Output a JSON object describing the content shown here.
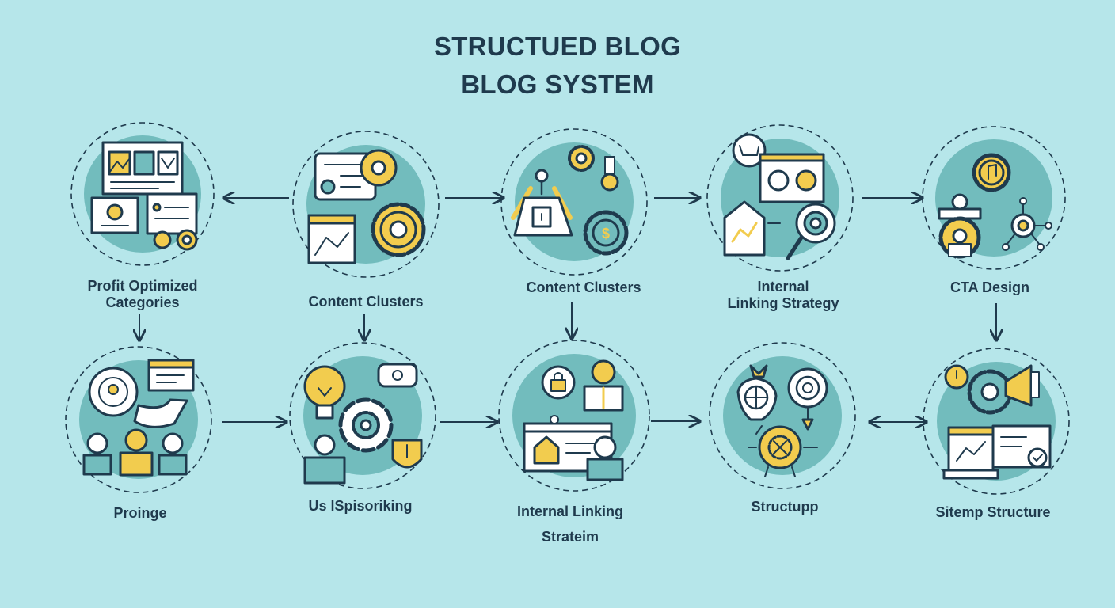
{
  "title_line1": "STRUCTUED BLOG",
  "title_line2": "BLOG SYSTEM",
  "colors": {
    "background": "#b6e6ea",
    "disc": "#72bcbd",
    "stroke": "#1f3a4d",
    "accent_yellow": "#f2cc4e",
    "white": "#ffffff"
  },
  "nodes": [
    {
      "id": "n1",
      "label_line1": "Profit Optimized",
      "label_line2": "Categories",
      "icon": "dashboard-icon"
    },
    {
      "id": "n2",
      "label_line1": "Content Clusters",
      "label_line2": "",
      "icon": "chat-gear-icon"
    },
    {
      "id": "n3",
      "label_line1": "Content Clusters",
      "label_line2": "",
      "icon": "bag-gears-icon"
    },
    {
      "id": "n4",
      "label_line1": "Internal",
      "label_line2": "Linking Strategy",
      "icon": "magnifier-chart-icon"
    },
    {
      "id": "n5",
      "label_line1": "CTA Design",
      "label_line2": "",
      "icon": "people-gear-icon"
    },
    {
      "id": "n6",
      "label_line1": "Proinge",
      "label_line2": "",
      "icon": "team-idea-icon"
    },
    {
      "id": "n7",
      "label_line1": "Us lSpisoriking",
      "label_line2": "",
      "icon": "lightbulb-cycle-icon"
    },
    {
      "id": "n8",
      "label_line1": "Internal Linking",
      "label_line2": "Strateim",
      "icon": "browser-people-icon"
    },
    {
      "id": "n9",
      "label_line1": "Structupp",
      "label_line2": "",
      "icon": "target-globe-icon"
    },
    {
      "id": "n10",
      "label_line1": "Sitemp Structure",
      "label_line2": "",
      "icon": "truck-gear-icon"
    }
  ],
  "connections": [
    {
      "from": "n2",
      "to": "n1"
    },
    {
      "from": "n2",
      "to": "n3"
    },
    {
      "from": "n3",
      "to": "n4"
    },
    {
      "from": "n4",
      "to": "n5"
    },
    {
      "from": "n1",
      "to": "n6"
    },
    {
      "from": "n2",
      "to": "n7"
    },
    {
      "from": "n3",
      "to": "n8"
    },
    {
      "from": "n5",
      "to": "n10"
    },
    {
      "from": "n6",
      "to": "n7"
    },
    {
      "from": "n7",
      "to": "n8"
    },
    {
      "from": "n8",
      "to": "n9"
    },
    {
      "from": "n9",
      "to": "n10",
      "bidirectional": true
    }
  ]
}
